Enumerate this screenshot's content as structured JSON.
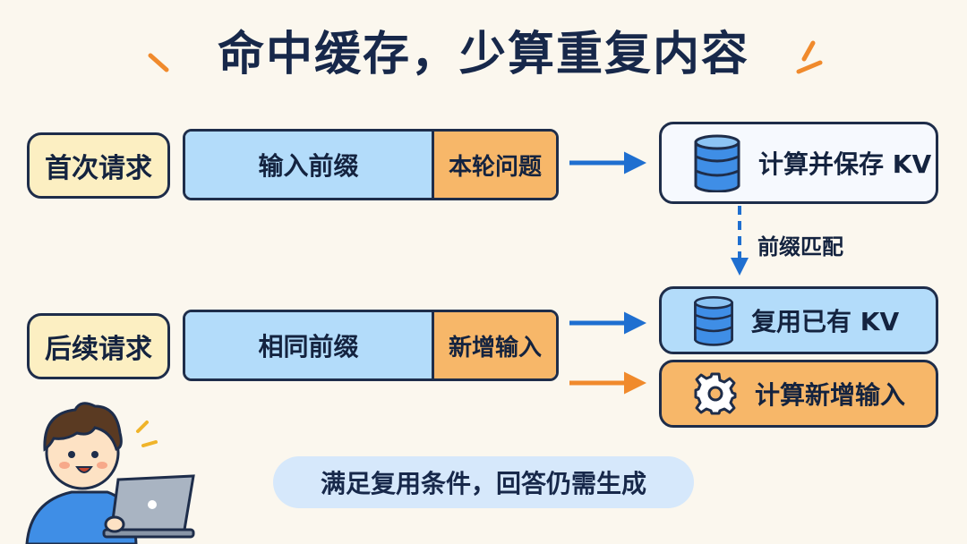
{
  "title": "命中缓存，少算重复内容",
  "first_request": {
    "label": "首次请求",
    "prefix": "输入前缀",
    "question": "本轮问题",
    "result": "计算并保存 KV"
  },
  "match_label": "前缀匹配",
  "later_request": {
    "label": "后续请求",
    "prefix": "相同前缀",
    "new_input": "新增输入",
    "reuse_result": "复用已有 KV",
    "compute_result": "计算新增输入"
  },
  "summary": "满足复用条件，回答仍需生成",
  "icons": [
    "database-icon",
    "gear-icon",
    "laptop-icon"
  ],
  "colors": {
    "background": "#fbf7ee",
    "label_fill": "#fcefc2",
    "blue_fill": "#b3dcfa",
    "orange_fill": "#f7b769",
    "arrow_blue": "#1f6fd0",
    "arrow_orange": "#f08a2c",
    "summary_fill": "#d6e8fb"
  }
}
